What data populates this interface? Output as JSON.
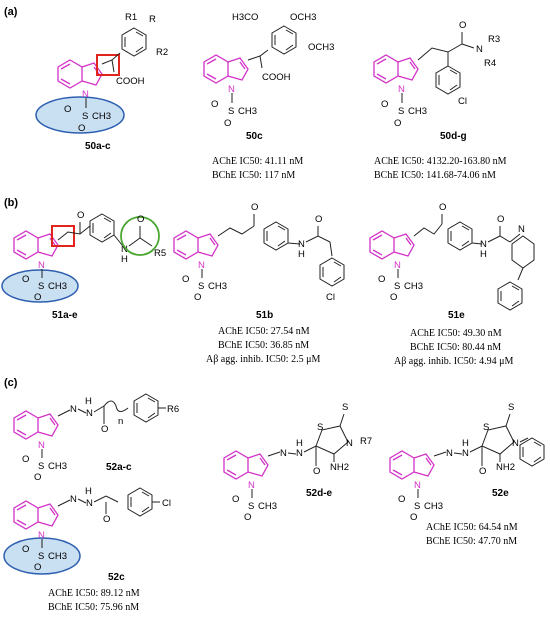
{
  "panels": {
    "a": {
      "label": "(a)",
      "compounds": {
        "c50ac": {
          "id": "50a-c",
          "atoms": [
            "R1",
            "R",
            "R2",
            "COOH",
            "N",
            "O",
            "S",
            "O",
            "CH3"
          ]
        },
        "c50c": {
          "id": "50c",
          "atoms": [
            "H3CO",
            "OCH3",
            "OCH3",
            "COOH",
            "N",
            "O",
            "S",
            "O",
            "CH3"
          ],
          "activity": [
            "AChE IC50: 41.11 nM",
            "BChE IC50: 117 nM"
          ]
        },
        "c50dg": {
          "id": "50d-g",
          "atoms": [
            "O",
            "N",
            "R3",
            "R4",
            "Cl",
            "N",
            "O",
            "S",
            "O",
            "CH3"
          ],
          "activity": [
            "AChE IC50: 4132.20-163.80 nM",
            "BChE IC50: 141.68-74.06 nM"
          ]
        }
      }
    },
    "b": {
      "label": "(b)",
      "compounds": {
        "c51ae": {
          "id": "51a-e",
          "atoms": [
            "O",
            "N",
            "H",
            "O",
            "R5",
            "N",
            "O",
            "S",
            "O",
            "CH3"
          ]
        },
        "c51b": {
          "id": "51b",
          "atoms": [
            "O",
            "N",
            "H",
            "O",
            "Cl",
            "N",
            "O",
            "S",
            "O",
            "CH3"
          ],
          "activity": [
            "AChE IC50: 27.54 nM",
            "BChE IC50: 36.85 nM",
            "Aβ agg. inhib. IC50: 2.5 μM"
          ]
        },
        "c51e": {
          "id": "51e",
          "atoms": [
            "O",
            "N",
            "H",
            "O",
            "N",
            "N",
            "O",
            "S",
            "O",
            "CH3"
          ],
          "activity": [
            "AChE IC50: 49.30 nM",
            "BChE IC50: 80.44 nM",
            "Aβ agg. inhib. IC50: 4.94 μM"
          ]
        }
      }
    },
    "c": {
      "label": "(c)",
      "compounds": {
        "c52ac": {
          "id": "52a-c",
          "atoms": [
            "N",
            "H",
            "N",
            "O",
            "n",
            "R6",
            "N",
            "O",
            "S",
            "O",
            "CH3"
          ]
        },
        "c52c": {
          "id": "52c",
          "atoms": [
            "N",
            "H",
            "N",
            "O",
            "Cl",
            "N",
            "O",
            "S",
            "O",
            "CH3"
          ],
          "activity": [
            "AChE IC50: 89.12 nM",
            "BChE IC50: 75.96 nM"
          ]
        },
        "c52de": {
          "id": "52d-e",
          "atoms": [
            "S",
            "S",
            "N",
            "R7",
            "N",
            "H",
            "N",
            "O",
            "NH2",
            "N",
            "O",
            "S",
            "O",
            "CH3"
          ]
        },
        "c52e": {
          "id": "52e",
          "atoms": [
            "S",
            "S",
            "N",
            "N",
            "H",
            "N",
            "O",
            "NH2",
            "N",
            "O",
            "S",
            "O",
            "CH3"
          ],
          "activity": [
            "AChE IC50: 64.54 nM",
            "BChE IC50: 47.70 nM"
          ]
        }
      }
    }
  },
  "colors": {
    "indole": "#d331c8",
    "highlight_box": "#e0251c",
    "ellipse_fill": "#c9dff2",
    "ellipse_stroke": "#2f5fb0",
    "circle": "#4ca832"
  }
}
